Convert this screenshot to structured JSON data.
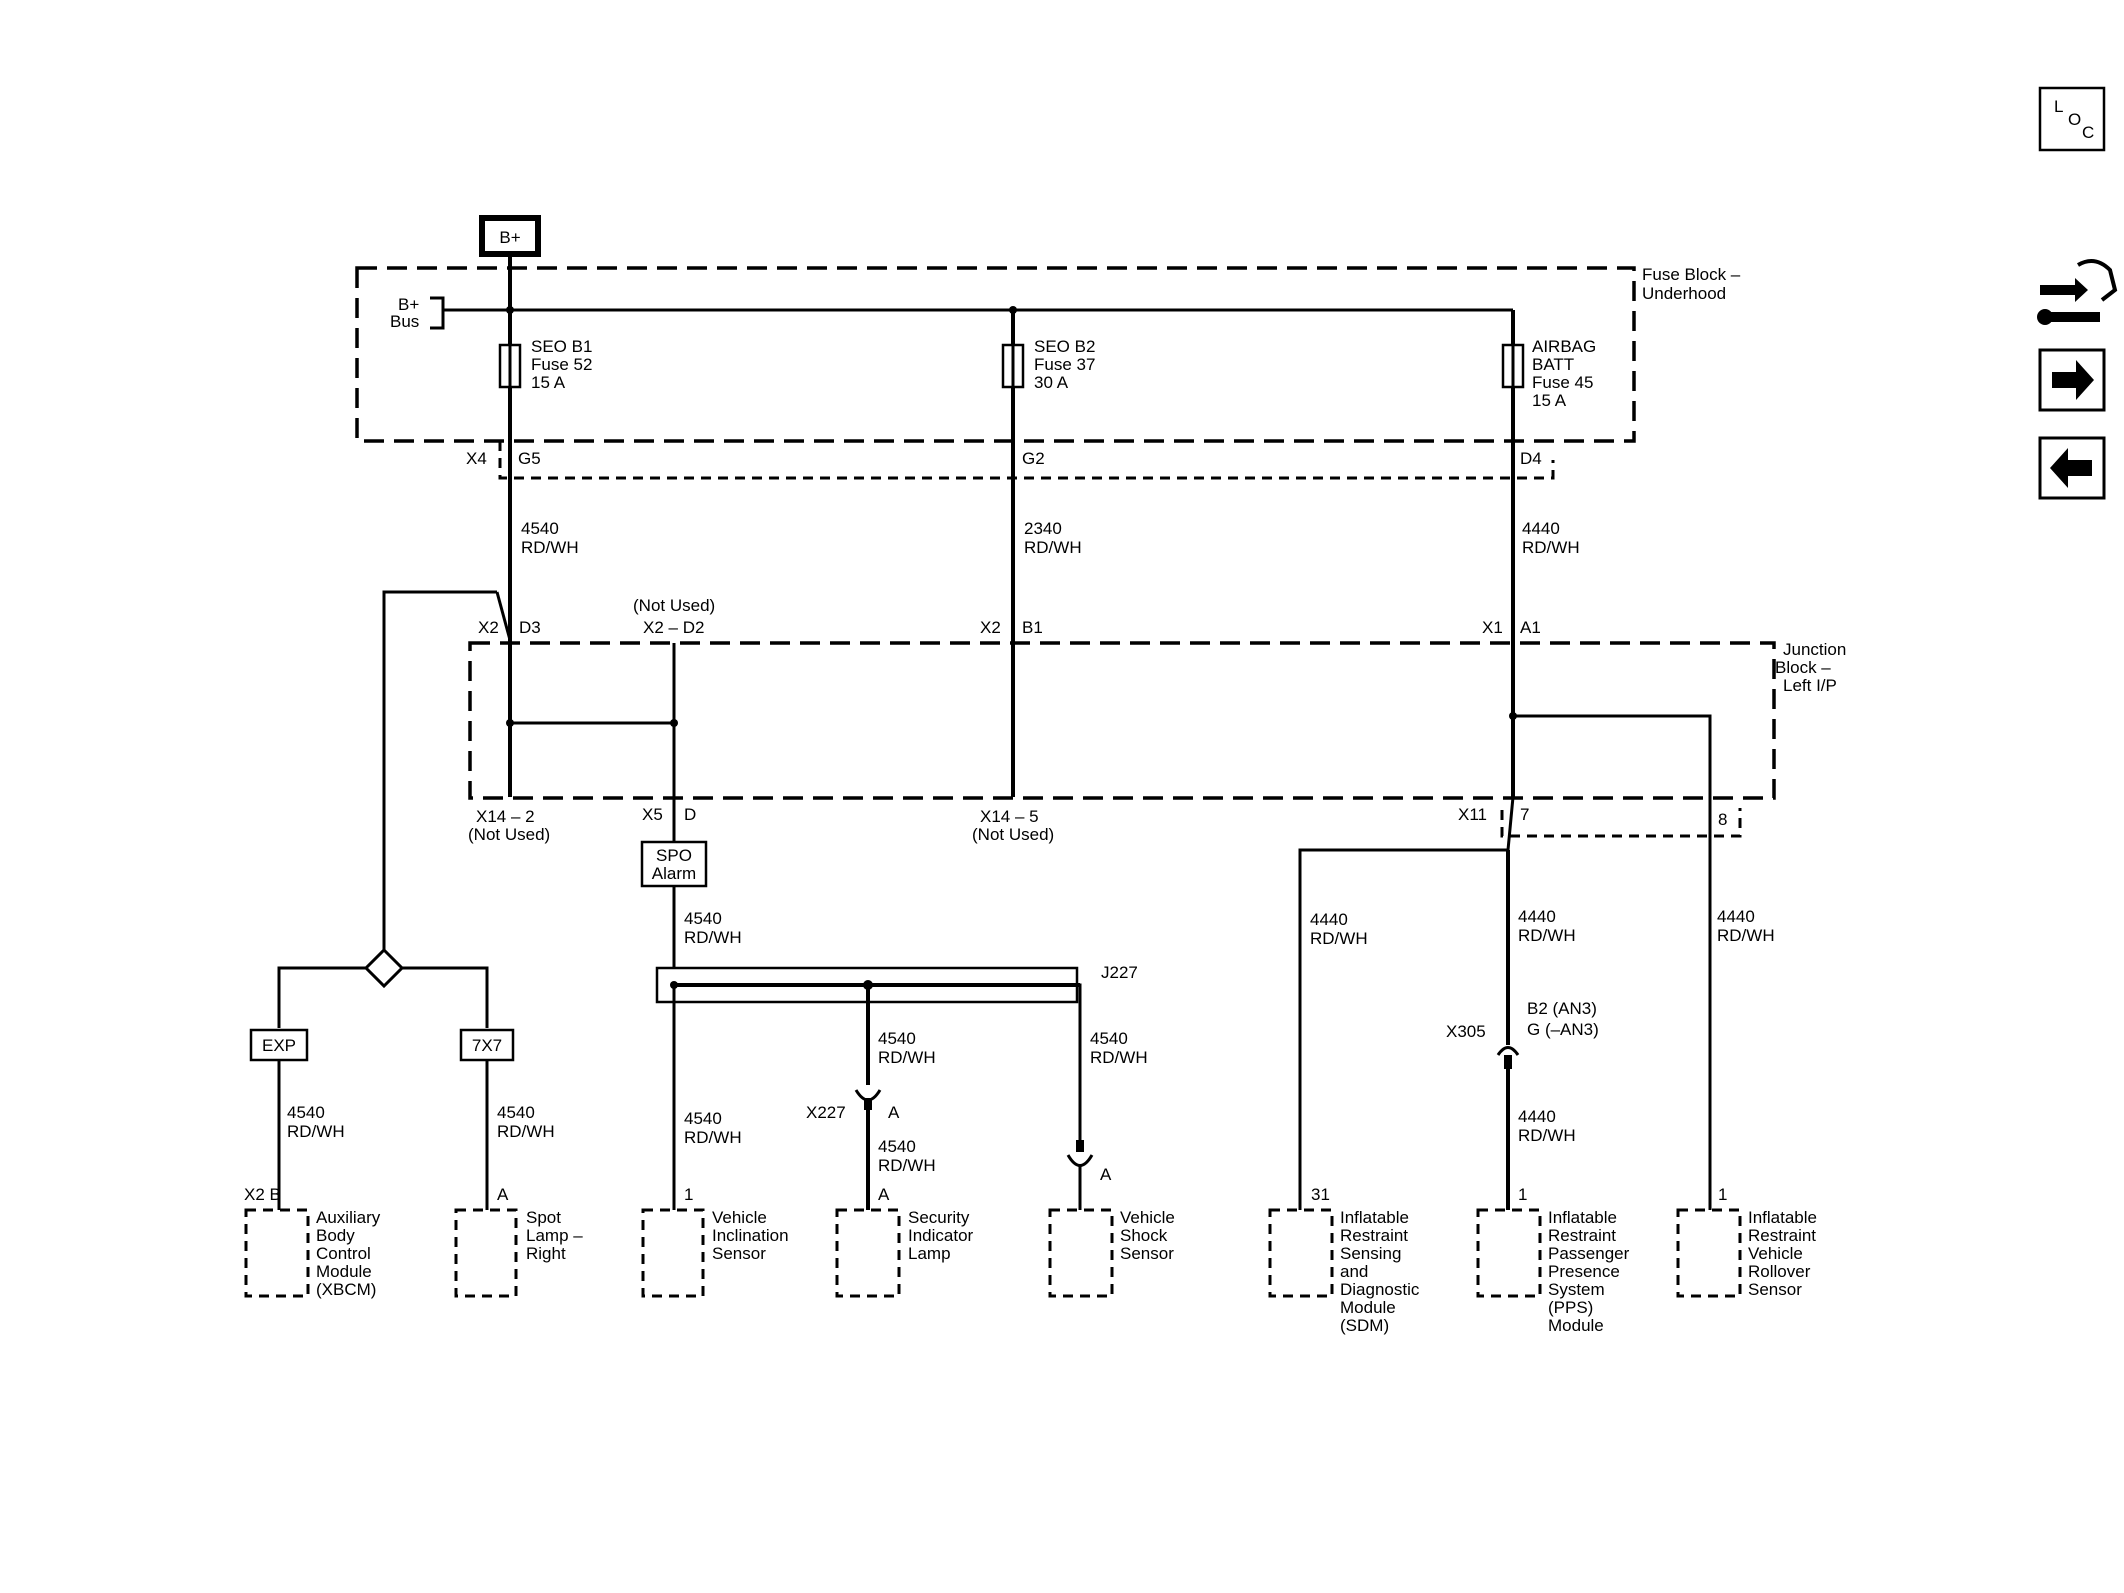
{
  "power": {
    "source": "B+",
    "bus": [
      "B+",
      "Bus"
    ]
  },
  "fuse_block": {
    "title": [
      "Fuse Block –",
      "Underhood"
    ]
  },
  "fuses": [
    {
      "lines": [
        "SEO B1",
        "Fuse 52",
        "15 A"
      ]
    },
    {
      "lines": [
        "SEO B2",
        "Fuse 37",
        "30 A"
      ]
    },
    {
      "lines": [
        "AIRBAG",
        "BATT",
        "Fuse 45",
        "15 A"
      ]
    }
  ],
  "connectors": {
    "x4": "X4",
    "g5": "G5",
    "g2": "G2",
    "d4": "D4",
    "x2a": "X2",
    "d3": "D3",
    "not_used_top": "(Not Used)",
    "x2d2": "X2 – D2",
    "x2b": "X2",
    "b1": "B1",
    "x1": "X1",
    "a1": "A1",
    "x14_2": "X14 – 2",
    "not_used_1": "(Not Used)",
    "x5": "X5",
    "d": "D",
    "x14_5": "X14 – 5",
    "not_used_2": "(Not Used)",
    "x11": "X11",
    "pin7": "7",
    "pin8": "8",
    "j227": "J227",
    "x227": "X227",
    "x227_a": "A",
    "inline_a": "A",
    "x305": "X305",
    "x305_b2": "B2 (AN3)",
    "x305_g": "G (–AN3)"
  },
  "junction_block": {
    "title": [
      "Junction",
      "Block –",
      "Left I/P"
    ]
  },
  "wires": {
    "w4540": [
      "4540",
      "RD/WH"
    ],
    "w2340": [
      "2340",
      "RD/WH"
    ],
    "w4440": [
      "4440",
      "RD/WH"
    ]
  },
  "options": {
    "spo": [
      "SPO",
      "Alarm"
    ],
    "exp": "EXP",
    "x7x7": "7X7"
  },
  "components": [
    {
      "pin": "X2  B",
      "lines": [
        "Auxiliary",
        "Body",
        "Control",
        "Module",
        "(XBCM)"
      ]
    },
    {
      "pin": "A",
      "lines": [
        "Spot",
        "Lamp –",
        "Right"
      ]
    },
    {
      "pin": "1",
      "lines": [
        "Vehicle",
        "Inclination",
        "Sensor"
      ]
    },
    {
      "pin": "A",
      "lines": [
        "Security",
        "Indicator",
        "Lamp"
      ]
    },
    {
      "pin": "",
      "lines": [
        "Vehicle",
        "Shock",
        "Sensor"
      ]
    },
    {
      "pin": "31",
      "lines": [
        "Inflatable",
        "Restraint",
        "Sensing",
        "and",
        "Diagnostic",
        "Module",
        "(SDM)"
      ]
    },
    {
      "pin": "1",
      "lines": [
        "Inflatable",
        "Restraint",
        "Passenger",
        "Presence",
        "System",
        "(PPS)",
        "Module"
      ]
    },
    {
      "pin": "1",
      "lines": [
        "Inflatable",
        "Restraint",
        "Vehicle",
        "Rollover",
        "Sensor"
      ]
    }
  ],
  "sidebar": {
    "loc": [
      "L",
      "O",
      "C"
    ],
    "icons": [
      "vehicle-tools-icon",
      "arrow-right-icon",
      "arrow-left-icon"
    ]
  }
}
